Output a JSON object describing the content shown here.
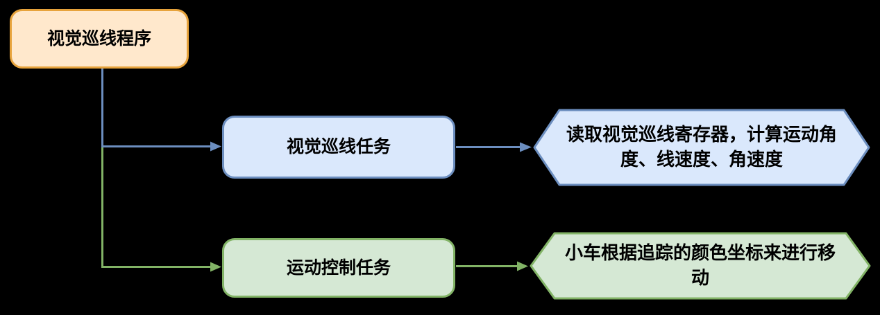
{
  "diagram": {
    "nodes": {
      "root": {
        "label": "视觉巡线程序"
      },
      "vision_task": {
        "label": "视觉巡线任务"
      },
      "motion_task": {
        "label": "运动控制任务"
      },
      "vision_detail": {
        "label": "读取视觉巡线寄存器，计算运动角度、线速度、角速度"
      },
      "motion_detail": {
        "label": "小车根据追踪的颜色坐标来进行移动"
      }
    },
    "colors": {
      "orange_fill": "#FFE8CC",
      "orange_border": "#E7A33C",
      "blue_fill": "#DAE8FC",
      "blue_border": "#6C8EBF",
      "green_fill": "#D5E8D4",
      "green_border": "#82B366",
      "background": "#000000",
      "text": "#000000"
    }
  }
}
